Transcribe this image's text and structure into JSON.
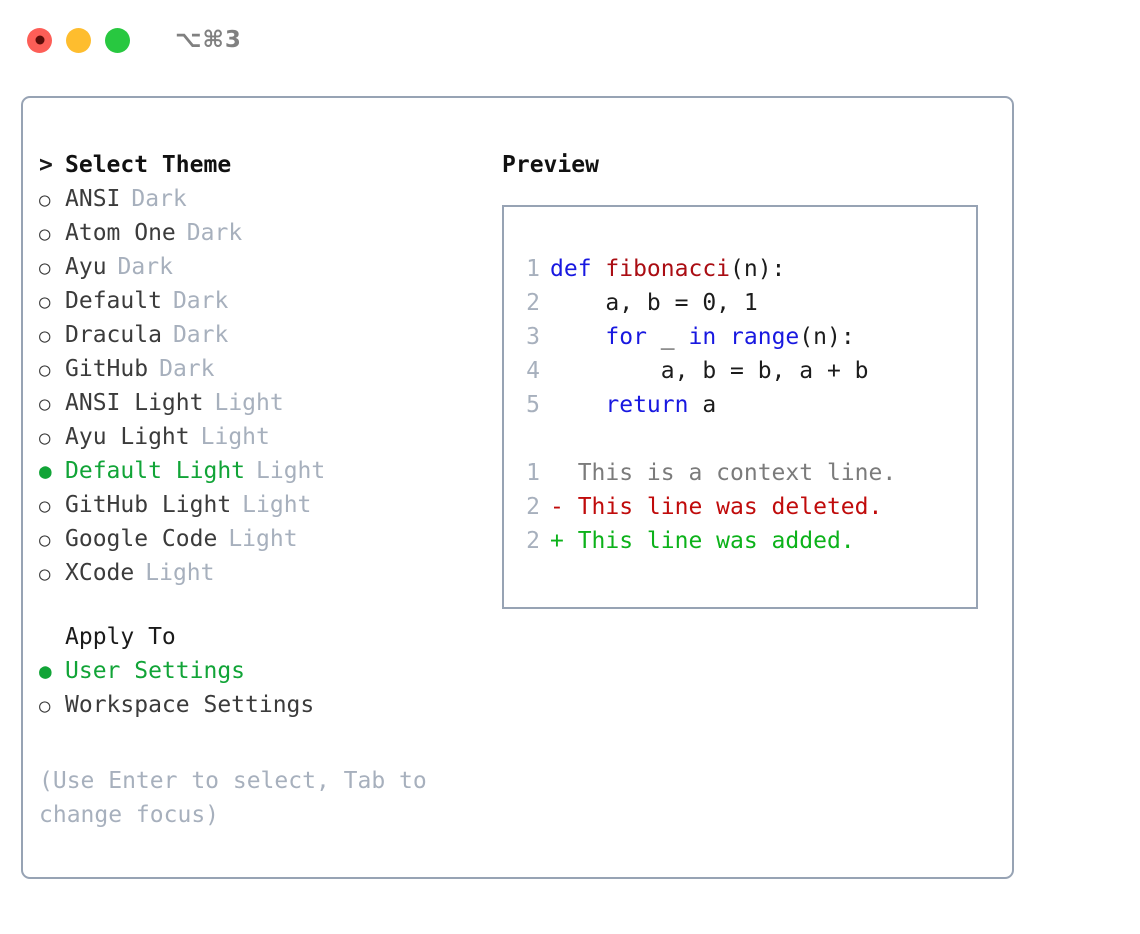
{
  "window": {
    "title": "⌥⌘3",
    "traffic_lights": [
      "close-red",
      "minimize-yellow",
      "maximize-green"
    ]
  },
  "colors": {
    "accent_green": "#11a437",
    "muted_gray": "#a7b0bd",
    "border": "#97a3b4",
    "keyword_blue": "#1818e0",
    "function_red": "#aa0d13",
    "diff_delete": "#c00b0b",
    "diff_add": "#0cb21a",
    "diff_context": "#7b7b7b"
  },
  "theme_list": {
    "heading_marker": ">",
    "heading": "Select Theme",
    "marker_unselected": "○",
    "marker_selected": "●",
    "items": [
      {
        "label": "ANSI",
        "tag": "Dark",
        "selected": false
      },
      {
        "label": "Atom One",
        "tag": "Dark",
        "selected": false
      },
      {
        "label": "Ayu",
        "tag": "Dark",
        "selected": false
      },
      {
        "label": "Default",
        "tag": "Dark",
        "selected": false
      },
      {
        "label": "Dracula",
        "tag": "Dark",
        "selected": false
      },
      {
        "label": "GitHub",
        "tag": "Dark",
        "selected": false
      },
      {
        "label": "ANSI Light",
        "tag": "Light",
        "selected": false
      },
      {
        "label": "Ayu Light",
        "tag": "Light",
        "selected": false
      },
      {
        "label": "Default Light",
        "tag": "Light",
        "selected": true
      },
      {
        "label": "GitHub Light",
        "tag": "Light",
        "selected": false
      },
      {
        "label": "Google Code",
        "tag": "Light",
        "selected": false
      },
      {
        "label": "XCode",
        "tag": "Light",
        "selected": false
      }
    ]
  },
  "apply_to": {
    "title": "Apply To",
    "options": [
      {
        "label": "User Settings",
        "selected": true
      },
      {
        "label": "Workspace Settings",
        "selected": false
      }
    ]
  },
  "hint": "(Use Enter to select, Tab to change focus)",
  "preview": {
    "title": "Preview",
    "code_lines": [
      {
        "no": "1",
        "tokens": [
          {
            "t": "def ",
            "c": "kw"
          },
          {
            "t": "fibonacci",
            "c": "fn"
          },
          {
            "t": "(n):",
            "c": "pl"
          }
        ]
      },
      {
        "no": "2",
        "tokens": [
          {
            "t": "    a, b = 0, 1",
            "c": "pl"
          }
        ]
      },
      {
        "no": "3",
        "tokens": [
          {
            "t": "    ",
            "c": "pl"
          },
          {
            "t": "for",
            "c": "kw"
          },
          {
            "t": " _ ",
            "c": "pl"
          },
          {
            "t": "in",
            "c": "kw"
          },
          {
            "t": " ",
            "c": "pl"
          },
          {
            "t": "range",
            "c": "kw"
          },
          {
            "t": "(n):",
            "c": "pl"
          }
        ]
      },
      {
        "no": "4",
        "tokens": [
          {
            "t": "        a, b = b, a + b",
            "c": "pl"
          }
        ]
      },
      {
        "no": "5",
        "tokens": [
          {
            "t": "    ",
            "c": "pl"
          },
          {
            "t": "return",
            "c": "kw"
          },
          {
            "t": " a",
            "c": "pl"
          }
        ]
      }
    ],
    "diff_lines": [
      {
        "no": "1",
        "text": "  This is a context line.",
        "kind": "ctx"
      },
      {
        "no": "2",
        "text": "- This line was deleted.",
        "kind": "del"
      },
      {
        "no": "2",
        "text": "+ This line was added.",
        "kind": "add"
      }
    ]
  }
}
